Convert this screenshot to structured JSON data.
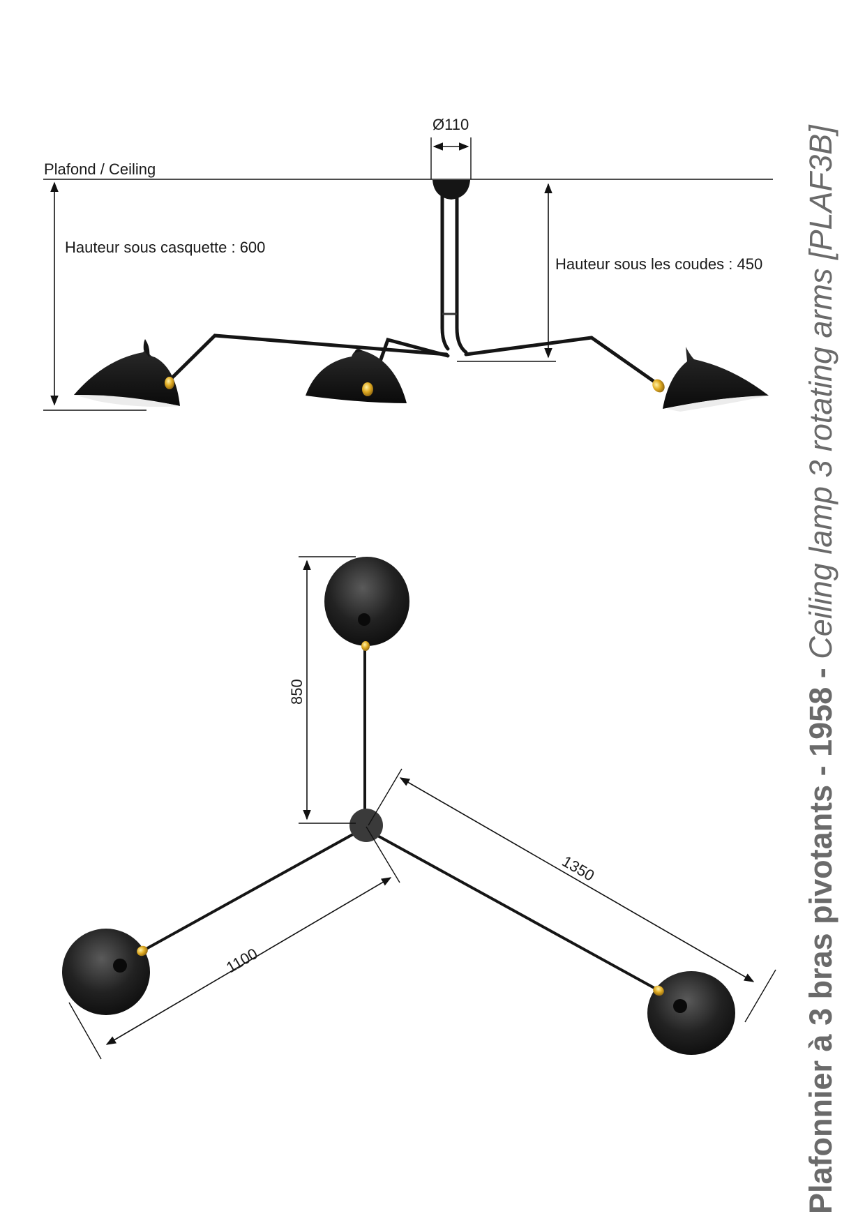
{
  "title": {
    "prefix": "Plafonnier à 3 bras pivotants - 1958 - ",
    "english": "Ceiling lamp 3 rotating arms",
    "code": "[PLAF3B]"
  },
  "side_view": {
    "ceiling_label": "Plafond / Ceiling",
    "canopy_diameter": "Ø110",
    "height_under_cap": "Hauteur sous casquette : 600",
    "height_under_elbows": "Hauteur sous les coudes : 450"
  },
  "top_view": {
    "dim_vertical_arm": "850",
    "dim_left_arm": "1100",
    "dim_right_arm": "1350"
  },
  "colors": {
    "lamp_black": "#141414",
    "brass": "#d9a521",
    "title_gray": "#6a6a6a"
  }
}
